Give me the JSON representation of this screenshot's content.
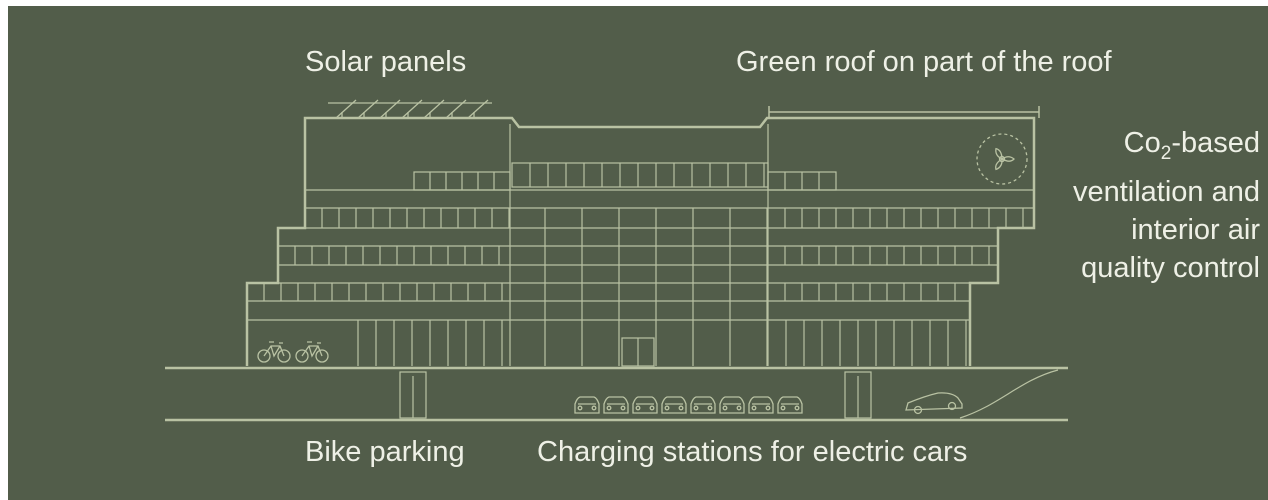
{
  "colors": {
    "background": "#525d4a",
    "line": "#b9c2a3",
    "text": "#eef0e6"
  },
  "labels": {
    "solar_panels": "Solar panels",
    "green_roof": "Green roof on part of the roof",
    "ventilation": {
      "prefix": "Co",
      "subscript": "2",
      "line1_rest": "-based",
      "line2": "ventilation and",
      "line3": "interior air",
      "line4": "quality control"
    },
    "bike_parking": "Bike parking",
    "charging_stations": "Charging stations for electric cars"
  },
  "icons": {
    "solar": "solar-panel-icon",
    "fan": "fan-icon",
    "bicycle": "bicycle-icon",
    "car": "car-front-icon",
    "car_side": "car-side-icon"
  },
  "counts": {
    "solar_panels": 7,
    "bicycles": 2,
    "parked_cars": 8
  }
}
